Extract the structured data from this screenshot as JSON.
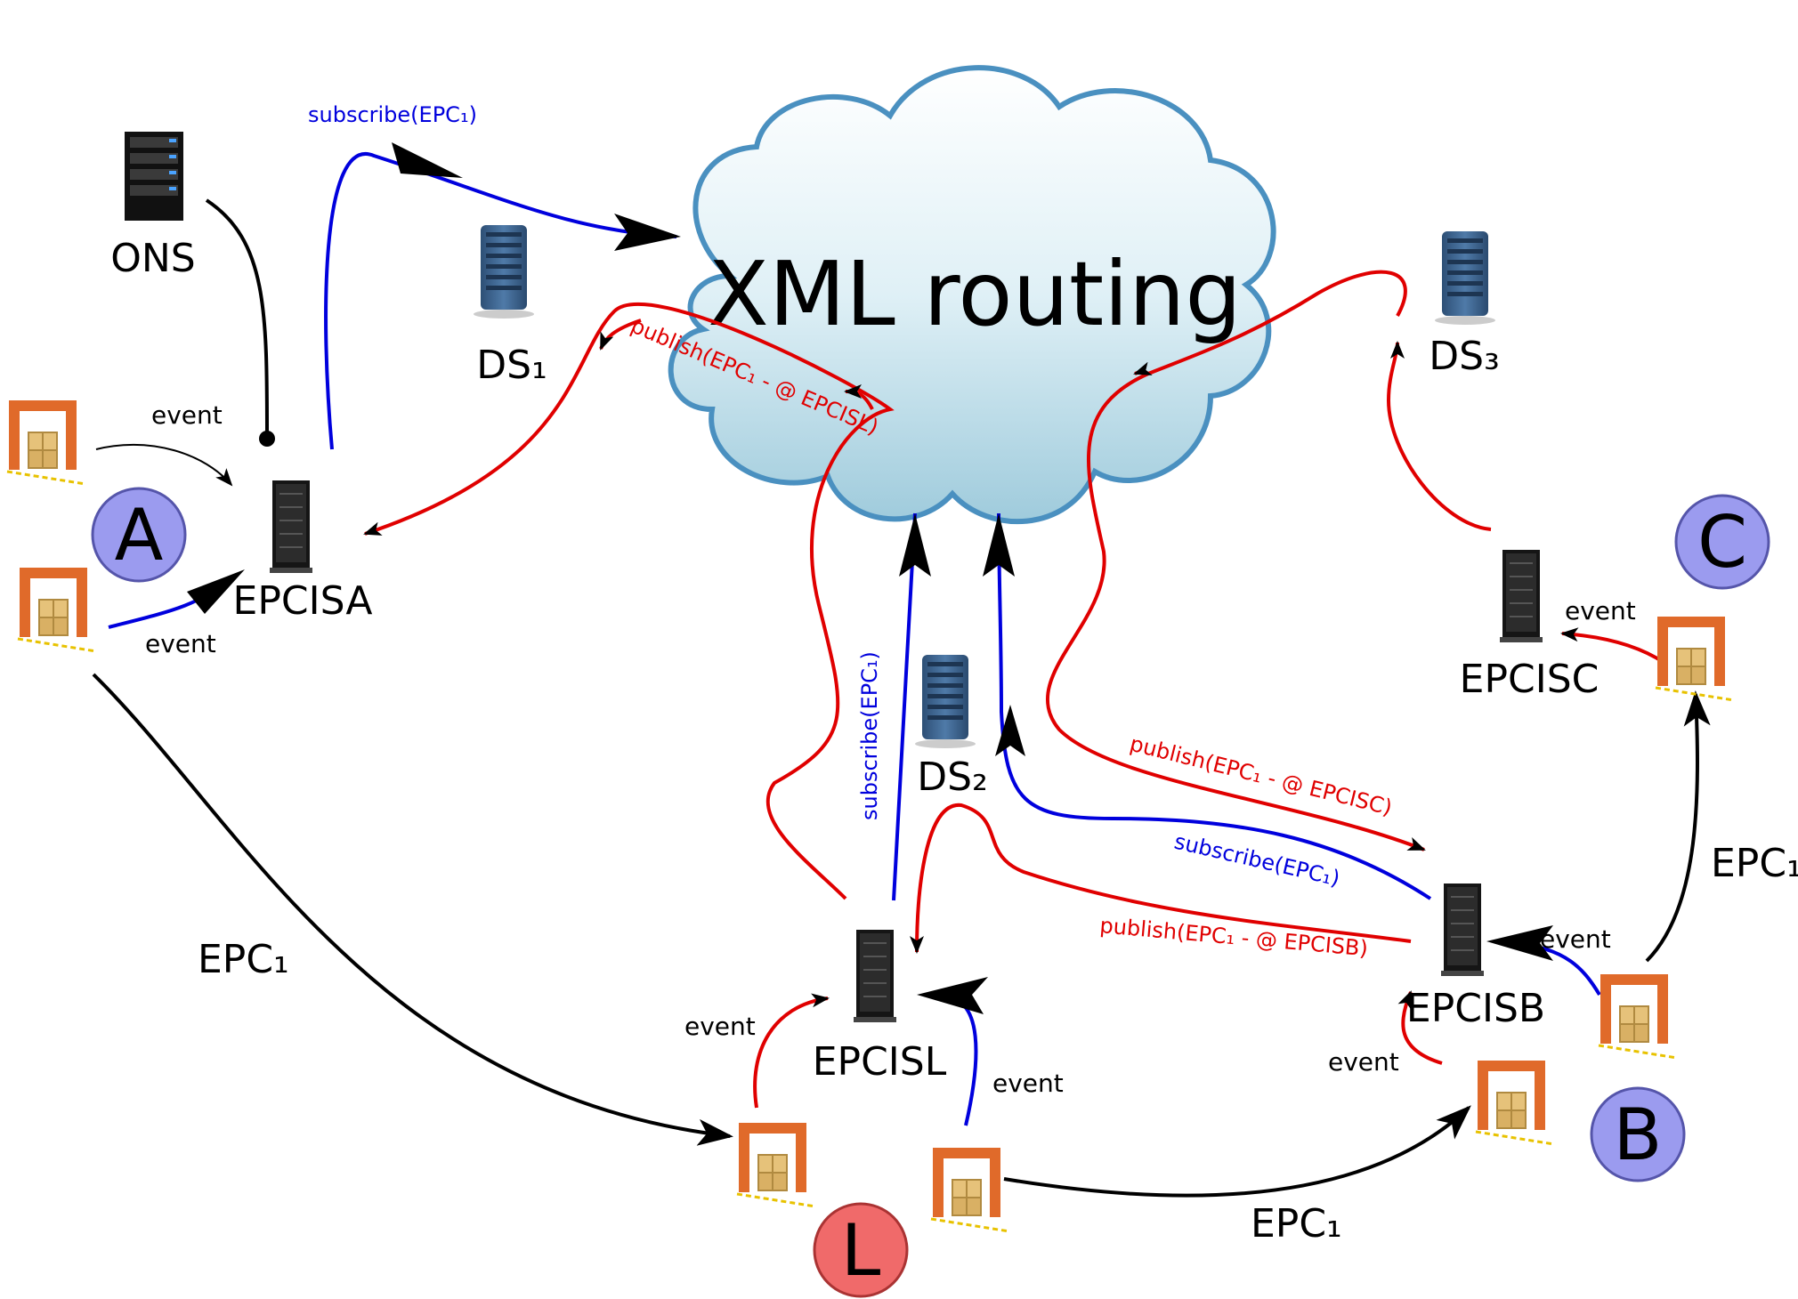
{
  "cloud": {
    "title": "XML routing"
  },
  "sites": {
    "a": "A",
    "b": "B",
    "c": "C",
    "l": "L"
  },
  "servers": {
    "ons": "ONS",
    "ds1": "DS₁",
    "ds2": "DS₂",
    "ds3": "DS₃",
    "epcis_a": "EPCISA",
    "epcis_b": "EPCISB",
    "epcis_c": "EPCISC",
    "epcis_l": "EPCISL"
  },
  "labels": {
    "event": "event",
    "epc1": "EPC₁",
    "subscribe": "subscribe(EPC₁)",
    "publish_l": "publish(EPC₁ - @ EPCISL)",
    "publish_c": "publish(EPC₁ - @ EPCISC)",
    "publish_b": "publish(EPC₁ - @ EPCISB)"
  },
  "colors": {
    "subscribe": "#0000dd",
    "publish": "#e00000",
    "flow": "#000000",
    "cloud_fill": "#cde6ef",
    "cloud_stroke": "#4a90c0",
    "site_circle": "#9b9bef",
    "site_l_circle": "#f06a6a"
  }
}
